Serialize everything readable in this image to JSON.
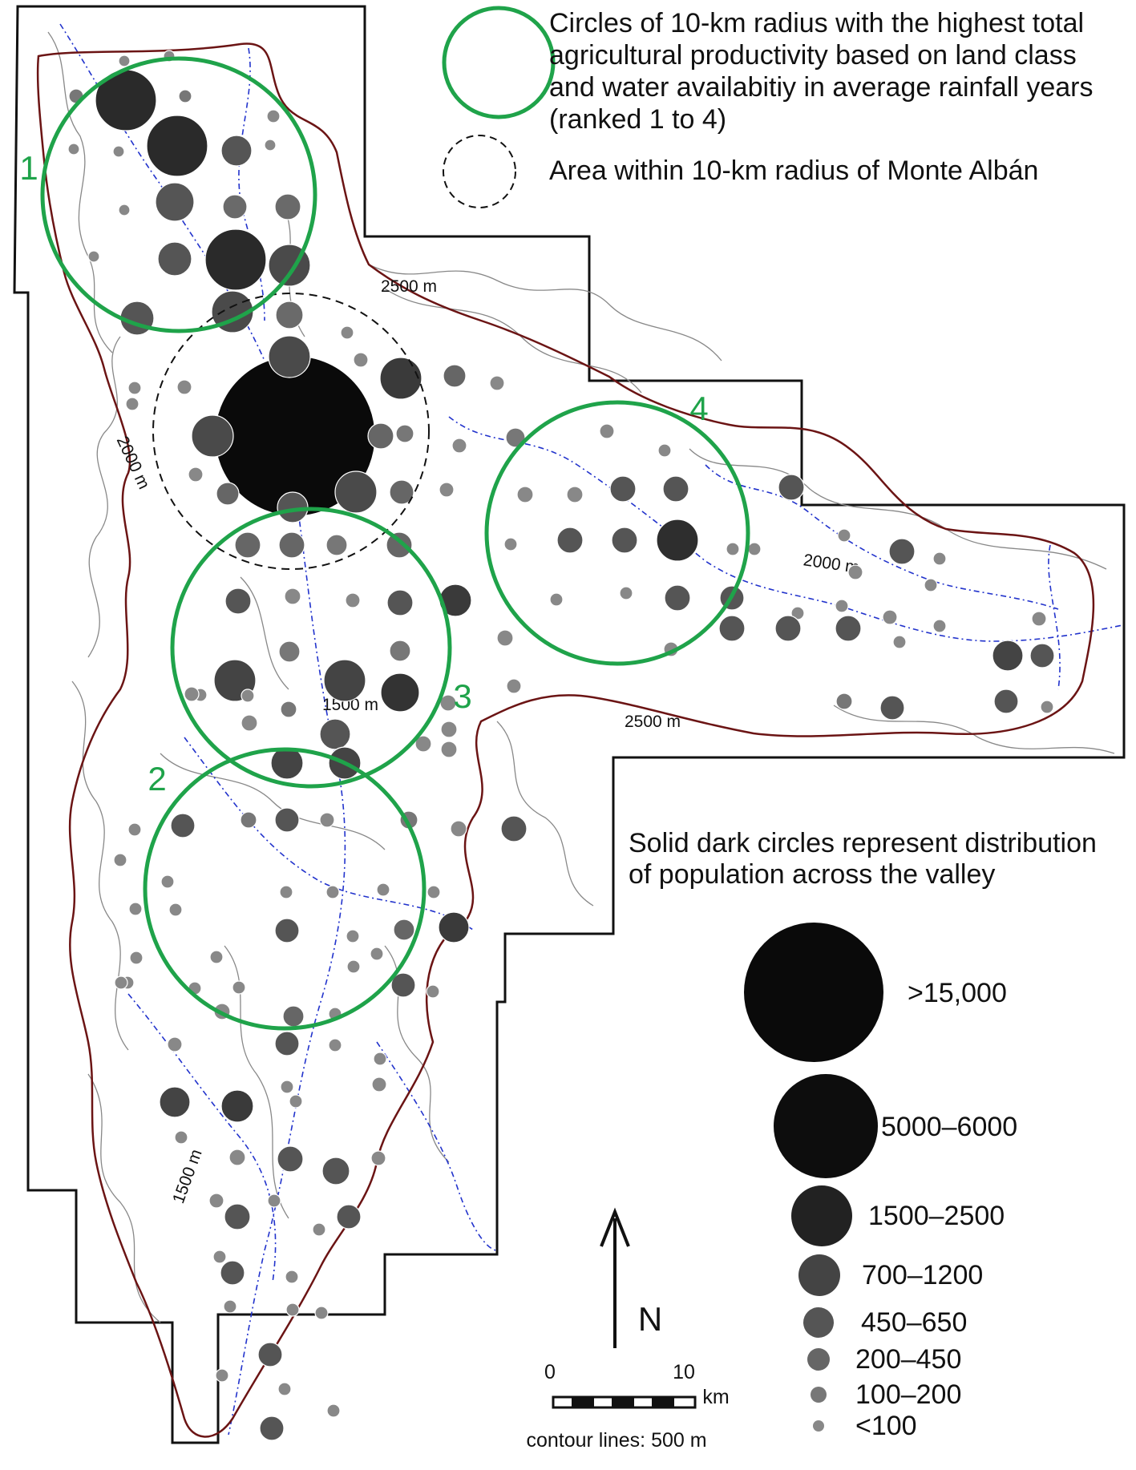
{
  "legend": {
    "productivity_lines": [
      "Circles of 10-km radius with the highest total",
      "agricultural productivity based on land class",
      "and water availabitiy in average rainfall years",
      "(ranked 1 to 4)"
    ],
    "monte_alban_label": "Area within 10-km radius of Monte Albán",
    "population_lines": [
      "Solid dark circles represent distribution",
      "of population across the valley"
    ],
    "classes": [
      {
        "label": ">15,000"
      },
      {
        "label": "5000–6000"
      },
      {
        "label": "1500–2500"
      },
      {
        "label": "700–1200"
      },
      {
        "label": "450–650"
      },
      {
        "label": "200–450"
      },
      {
        "label": "100–200"
      },
      {
        "label": "<100"
      }
    ]
  },
  "productivity_circles": [
    {
      "rank": "1"
    },
    {
      "rank": "2"
    },
    {
      "rank": "3"
    },
    {
      "rank": "4"
    }
  ],
  "contour_labels": [
    "2500 m",
    "2000 m",
    "2000 m",
    "1500 m",
    "2500 m",
    "1500 m"
  ],
  "north_label": "N",
  "scale": {
    "start": "0",
    "end": "10",
    "unit": "km"
  },
  "contour_note": "contour lines: 500 m",
  "colors": {
    "productivity_circle": "#1fa34a",
    "population_dark": "#111111",
    "river": "#2233cc",
    "boundary_2500m": "#6b1414"
  }
}
